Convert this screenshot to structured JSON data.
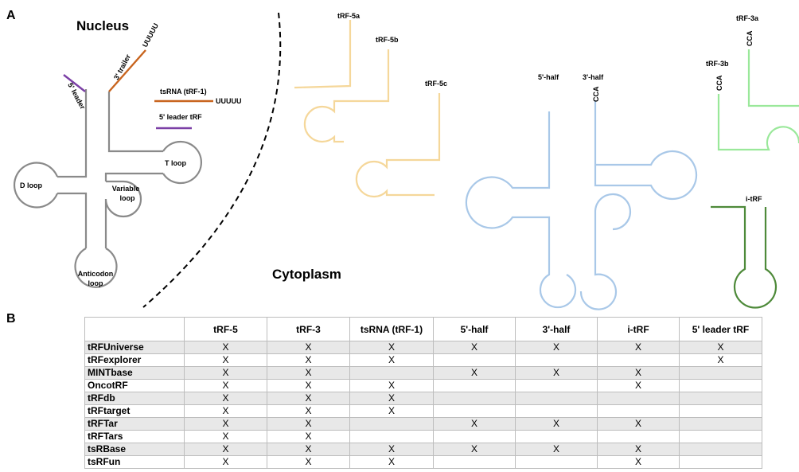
{
  "panels": {
    "a": "A",
    "b": "B"
  },
  "compartments": {
    "nucleus": "Nucleus",
    "cytoplasm": "Cytoplasm"
  },
  "trna_labels": {
    "leader": "5' leader",
    "trailer": "3' trailer",
    "trailer_tail": "UUUUU",
    "d_loop": "D loop",
    "t_loop": "T loop",
    "variable_loop": [
      "Variable",
      "loop"
    ],
    "anticodon_loop": [
      "Anticodon",
      "loop"
    ]
  },
  "nuclear_fragments": {
    "tsrna": "tsRNA (tRF-1)",
    "tsrna_tail": "UUUUU",
    "leader_trf": "5' leader tRF"
  },
  "cytoplasm_fragments": {
    "trf5a": "tRF-5a",
    "trf5b": "tRF-5b",
    "trf5c": "tRF-5c",
    "half5": "5'-half",
    "half3": "3'-half",
    "cca_half": "CCA",
    "trf3a": "tRF-3a",
    "trf3b": "tRF-3b",
    "cca_3a": "CCA",
    "cca_3b": "CCA",
    "itrf": "i-tRF"
  },
  "colors": {
    "trna_body": "#8a8a8a",
    "leader": "#7b3fa6",
    "trailer": "#c8641e",
    "trf5": "#f5d79a",
    "halves": "#a9c8e8",
    "trf3": "#9ae89a",
    "itrf": "#4e8a3a"
  },
  "table": {
    "columns": [
      "tRF-5",
      "tRF-3",
      "tsRNA (tRF-1)",
      "5'-half",
      "3'-half",
      "i-tRF",
      "5' leader tRF"
    ],
    "rows": [
      {
        "name": "tRFUniverse",
        "cells": [
          "X",
          "X",
          "X",
          "X",
          "X",
          "X",
          "X"
        ]
      },
      {
        "name": "tRFexplorer",
        "cells": [
          "X",
          "X",
          "X",
          "",
          "",
          "",
          "X"
        ]
      },
      {
        "name": "MINTbase",
        "cells": [
          "X",
          "X",
          "",
          "X",
          "X",
          "X",
          ""
        ]
      },
      {
        "name": "OncotRF",
        "cells": [
          "X",
          "X",
          "X",
          "",
          "",
          "X",
          ""
        ]
      },
      {
        "name": "tRFdb",
        "cells": [
          "X",
          "X",
          "X",
          "",
          "",
          "",
          ""
        ]
      },
      {
        "name": "tRFtarget",
        "cells": [
          "X",
          "X",
          "X",
          "",
          "",
          "",
          ""
        ]
      },
      {
        "name": "tRFTar",
        "cells": [
          "X",
          "X",
          "",
          "X",
          "X",
          "X",
          ""
        ]
      },
      {
        "name": "tRFTars",
        "cells": [
          "X",
          "X",
          "",
          "",
          "",
          "",
          ""
        ]
      },
      {
        "name": "tsRBase",
        "cells": [
          "X",
          "X",
          "X",
          "X",
          "X",
          "X",
          ""
        ]
      },
      {
        "name": "tsRFun",
        "cells": [
          "X",
          "X",
          "X",
          "",
          "",
          "X",
          ""
        ]
      }
    ]
  }
}
